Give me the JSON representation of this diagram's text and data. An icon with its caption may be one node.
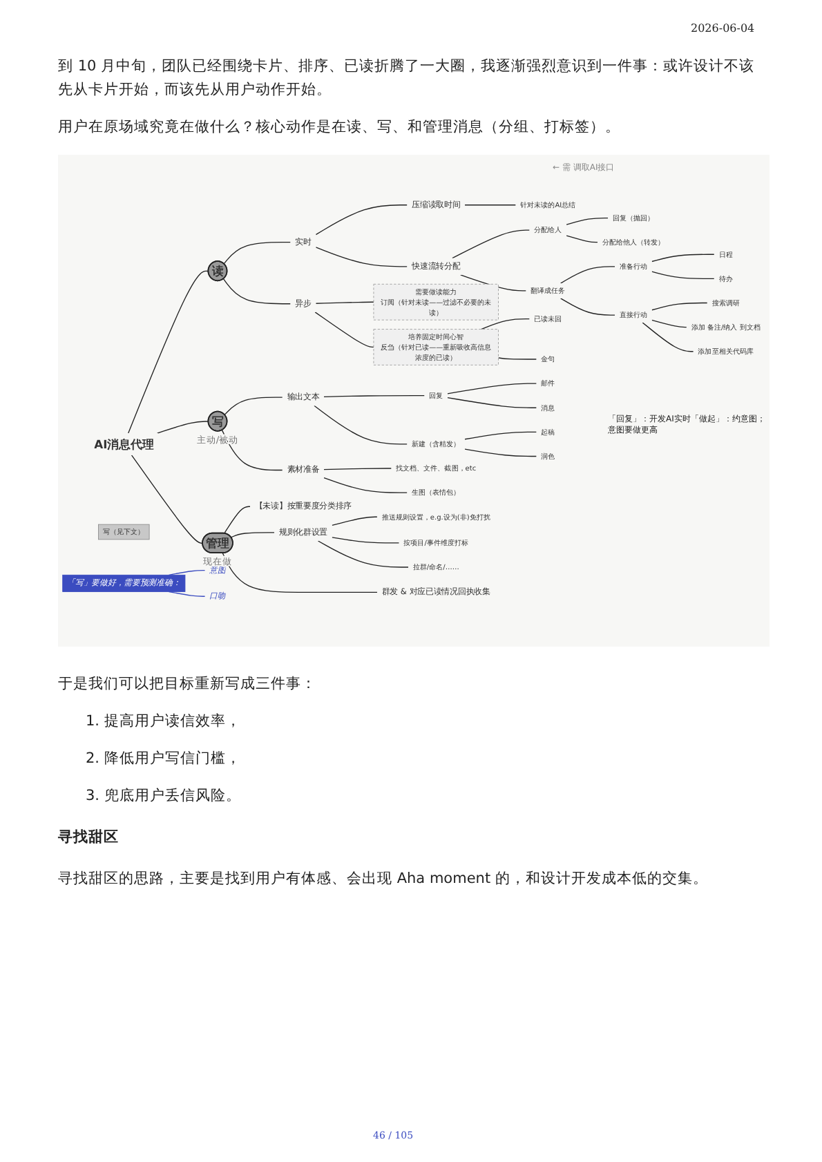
{
  "diagram": {
    "nodes": [
      {
        "text": [
          "AI消息代理"
        ]
      },
      {
        "text": [
          "读"
        ]
      },
      {
        "text": [
          "实时"
        ]
      },
      {
        "text": [
          "压缩读取时间"
        ]
      },
      {
        "text": [
          "针对未读的AI总结"
        ]
      },
      {
        "text": [
          "快速流转分配"
        ]
      },
      {
        "text": [
          "分配给人"
        ]
      },
      {
        "text": [
          "回复（抛回）"
        ]
      },
      {
        "text": [
          "分配给他人（转发）"
        ]
      },
      {
        "text": [
          "写（见下文）"
        ]
      },
      {
        "text": [
          "翻译成任务"
        ]
      },
      {
        "text": [
          "准备行动"
        ]
      },
      {
        "text": [
          "日程"
        ]
      },
      {
        "text": [
          "待办"
        ]
      },
      {
        "text": [
          "直接行动"
        ]
      },
      {
        "text": [
          "搜索调研"
        ]
      },
      {
        "text": [
          "添加 备注/纳入 到文档"
        ]
      },
      {
        "text": [
          "添加至相关代码库"
        ]
      },
      {
        "text": [
          "异步"
        ]
      },
      {
        "text": [
          "需要做读能力",
          "订阅（针对未读——过滤不必要的未读）"
        ]
      },
      {
        "text": [
          "培养固定时间心智",
          "反刍（针对已读——重新吸收高信息浓度的已读）"
        ]
      },
      {
        "text": [
          "已读未回"
        ]
      },
      {
        "text": [
          "金句"
        ]
      },
      {
        "text": [
          "写"
        ],
        "beside": [
          "主动/被动"
        ]
      },
      {
        "text": [
          "输出文本"
        ]
      },
      {
        "text": [
          "回复"
        ]
      },
      {
        "text": [
          "邮件"
        ]
      },
      {
        "text": [
          "消息"
        ]
      },
      {
        "text": [
          "新建（含精发）"
        ]
      },
      {
        "text": [
          "起稿"
        ]
      },
      {
        "text": [
          "润色"
        ]
      },
      {
        "text": [
          "素材准备"
        ]
      },
      {
        "text": [
          "找文档、文件、截图，etc"
        ]
      },
      {
        "text": [
          "生图（表情包）"
        ]
      },
      {
        "text": [
          "「写」要做好，需要预测准确："
        ]
      },
      {
        "text": [
          "意图"
        ]
      },
      {
        "text": [
          "口吻"
        ]
      },
      {
        "text": [
          "管理"
        ],
        "beside": [
          "现在做"
        ]
      },
      {
        "text": [
          "【未读】按重要度分类排序"
        ]
      },
      {
        "text": [
          "规则化群设置"
        ]
      },
      {
        "text": [
          "推送规则设置，e.g.设为(非)免打扰"
        ]
      },
      {
        "text": [
          "按项目/事件维度打标"
        ]
      },
      {
        "text": [
          "拉群/命名/……"
        ]
      },
      {
        "text": [
          "群发 & 对应已读情况回执收集"
        ]
      }
    ],
    "edges": [
      {
        "from": 0,
        "to": 1,
        "arrow": "none"
      },
      {
        "from": 1,
        "to": 2,
        "arrow": "none"
      },
      {
        "from": 2,
        "to": 3,
        "arrow": "none"
      },
      {
        "from": 3,
        "to": 4,
        "arrow": "none"
      },
      {
        "from": 2,
        "to": 5,
        "arrow": "none"
      },
      {
        "from": 5,
        "to": 6,
        "arrow": "none"
      },
      {
        "from": 6,
        "to": 7,
        "arrow": "none"
      },
      {
        "from": 6,
        "to": 8,
        "arrow": "none"
      },
      {
        "from": 5,
        "to": 10,
        "arrow": "none"
      },
      {
        "from": 10,
        "to": 11,
        "arrow": "none"
      },
      {
        "from": 11,
        "to": 12,
        "arrow": "none"
      },
      {
        "from": 11,
        "to": 13,
        "arrow": "none"
      },
      {
        "from": 10,
        "to": 14,
        "arrow": "none"
      },
      {
        "from": 14,
        "to": 15,
        "arrow": "none"
      },
      {
        "from": 14,
        "to": 16,
        "arrow": "none"
      },
      {
        "from": 14,
        "to": 17,
        "arrow": "none"
      },
      {
        "from": 1,
        "to": 18,
        "arrow": "none"
      },
      {
        "from": 18,
        "to": 19,
        "arrow": "none"
      },
      {
        "from": 18,
        "to": 20,
        "arrow": "none"
      },
      {
        "from": 20,
        "to": 21,
        "arrow": "none"
      },
      {
        "from": 20,
        "to": 22,
        "arrow": "none"
      },
      {
        "from": 0,
        "to": 23,
        "arrow": "none"
      },
      {
        "from": 23,
        "to": 24,
        "arrow": "none"
      },
      {
        "from": 24,
        "to": 25,
        "arrow": "none"
      },
      {
        "from": 25,
        "to": 26,
        "arrow": "none"
      },
      {
        "from": 25,
        "to": 27,
        "arrow": "none"
      },
      {
        "from": 24,
        "to": 28,
        "arrow": "none"
      },
      {
        "from": 28,
        "to": 29,
        "arrow": "none"
      },
      {
        "from": 28,
        "to": 30,
        "arrow": "none"
      },
      {
        "from": 23,
        "to": 31,
        "arrow": "none"
      },
      {
        "from": 31,
        "to": 32,
        "arrow": "none"
      },
      {
        "from": 31,
        "to": 33,
        "arrow": "none"
      },
      {
        "from": 34,
        "to": 35,
        "arrow": "none",
        "color": "#3b4cc0"
      },
      {
        "from": 34,
        "to": 36,
        "arrow": "none",
        "color": "#3b4cc0"
      },
      {
        "from": 0,
        "to": 37,
        "arrow": "none"
      },
      {
        "from": 37,
        "to": 38,
        "arrow": "none"
      },
      {
        "from": 37,
        "to": 39,
        "arrow": "none"
      },
      {
        "from": 39,
        "to": 40,
        "arrow": "none"
      },
      {
        "from": 39,
        "to": 41,
        "arrow": "none"
      },
      {
        "from": 39,
        "to": 42,
        "arrow": "none"
      },
      {
        "from": 37,
        "to": 43,
        "arrow": "none"
      }
    ],
    "labels": [
      "2026-06-04",
      "到 10 月中旬，团队已经围绕卡片、排序、已读折腾了一大圈，我逐渐强烈意识到一件事：或许设计不该先从卡片开始，而该先从用户动作开始。",
      "用户在原场域究竟在做什么？核心动作是在读、写、和管理消息（分组、打标签）。",
      "← 需 调取AI接口",
      "「回复」：开发AI实时「做起」：约意图；意图要做更高",
      "于是我们可以把目标重新写成三件事：",
      "1. 提高用户读信效率，",
      "2. 降低用户写信门槛，",
      "3. 兜底用户丢信风险。",
      "寻找甜区",
      "寻找甜区的思路，主要是找到用户有体感、会出现 Aha moment 的，和设计开发成本低的交集。",
      "46 / 105"
    ]
  }
}
